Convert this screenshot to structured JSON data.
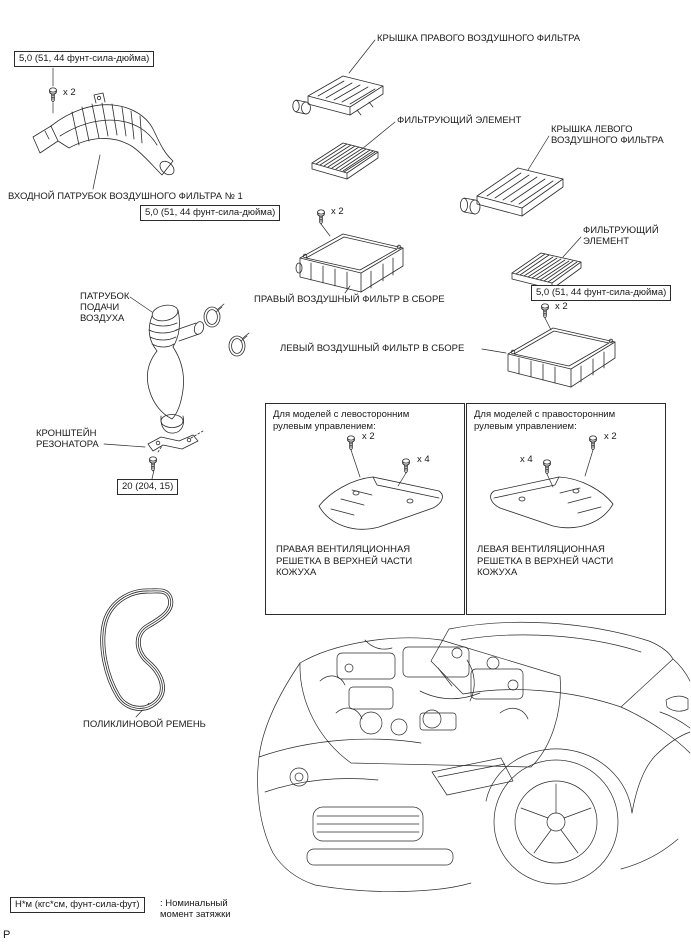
{
  "page": {
    "corner_letter": "P"
  },
  "colors": {
    "line": "#2b2b2b",
    "text": "#1a1a1a",
    "bg": "#ffffff"
  },
  "parts": {
    "intake_duct": {
      "torque": "5,0 (51, 44 фунт-сила-дюйма)",
      "bolt_count": "x 2",
      "label": "ВХОДНОЙ ПАТРУБОК ВОЗДУШНОГО ФИЛЬТРА № 1"
    },
    "right_filter_cap": {
      "label": "КРЫШКА ПРАВОГО ВОЗДУШНОГО ФИЛЬТРА"
    },
    "filter_element_right": {
      "label": "ФИЛЬТРУЮЩИЙ ЭЛЕМЕНТ"
    },
    "left_filter_cap": {
      "label": "КРЫШКА ЛЕВОГО ВОЗДУШНОГО ФИЛЬТРА"
    },
    "filter_element_left": {
      "label": "ФИЛЬТРУЮЩИЙ ЭЛЕМЕНТ"
    },
    "right_filter_assembly": {
      "torque": "5,0 (51, 44 фунт-сила-дюйма)",
      "bolt_count": "x 2",
      "label": "ПРАВЫЙ ВОЗДУШНЫЙ ФИЛЬТР В СБОРЕ"
    },
    "left_filter_assembly": {
      "torque": "5,0 (51, 44 фунт-сила-дюйма)",
      "bolt_count": "x 2",
      "label": "ЛЕВЫЙ ВОЗДУШНЫЙ ФИЛЬТР В СБОРЕ"
    },
    "air_supply_duct": {
      "label": "ПАТРУБОК ПОДАЧИ ВОЗДУХА"
    },
    "resonator_bracket": {
      "label": "КРОНШТЕЙН РЕЗОНАТОРА",
      "torque": "20 (204, 15)"
    },
    "serpentine_belt": {
      "label": "ПОЛИКЛИНОВОЙ РЕМЕНЬ"
    }
  },
  "variant_panels": {
    "left_hand_drive": {
      "title": "Для моделей с левосторонним рулевым управлением:",
      "bolt_count_a": "x 2",
      "bolt_count_b": "x 4",
      "caption": "ПРАВАЯ ВЕНТИЛЯЦИОННАЯ РЕШЕТКА В ВЕРХНЕЙ ЧАСТИ КОЖУХА"
    },
    "right_hand_drive": {
      "title": "Для моделей с правосторонним рулевым управлением:",
      "bolt_count_a": "x 2",
      "bolt_count_b": "x 4",
      "caption": "ЛЕВАЯ ВЕНТИЛЯЦИОННАЯ РЕШЕТКА В ВЕРХНЕЙ ЧАСТИ КОЖУХА"
    }
  },
  "legend": {
    "unit_box": "Н*м (кгс*см, фунт-сила-фут)",
    "note": ": Номинальный момент затяжки"
  }
}
